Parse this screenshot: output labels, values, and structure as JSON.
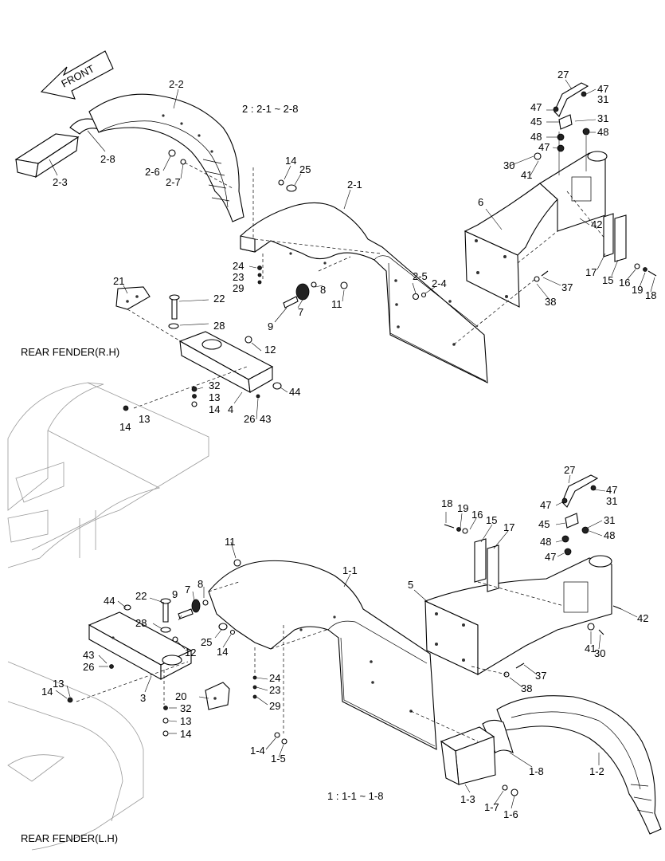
{
  "header": {
    "front_label": "FRONT"
  },
  "labels": {
    "rear_fender_rh": "REAR FENDER(R.H)",
    "rear_fender_lh": "REAR FENDER(L.H)",
    "assembly_2_note": "2 : 2-1 ~ 2-8",
    "assembly_1_note": "1 : 1-1 ~ 1-8"
  },
  "callouts_rh": [
    "2-2",
    "2-8",
    "2-3",
    "2-6",
    "2-7",
    "14",
    "25",
    "2-1",
    "24",
    "23",
    "29",
    "21",
    "22",
    "28",
    "12",
    "2-5",
    "2-4",
    "8",
    "7",
    "9",
    "11",
    "32",
    "13",
    "14",
    "4",
    "44",
    "26",
    "43",
    "13",
    "14",
    "6",
    "27",
    "47",
    "31",
    "47",
    "45",
    "31",
    "48",
    "48",
    "47",
    "30",
    "41",
    "42",
    "17",
    "15",
    "16",
    "19",
    "18",
    "37",
    "38"
  ],
  "callouts_lh": [
    "11",
    "1-1",
    "8",
    "7",
    "9",
    "22",
    "44",
    "28",
    "25",
    "14",
    "12",
    "43",
    "26",
    "3",
    "13",
    "14",
    "20",
    "32",
    "13",
    "14",
    "24",
    "23",
    "29",
    "1-4",
    "1-5",
    "18",
    "19",
    "16",
    "15",
    "17",
    "27",
    "47",
    "31",
    "47",
    "45",
    "31",
    "48",
    "48",
    "47",
    "5",
    "42",
    "41",
    "30",
    "37",
    "38",
    "1-2",
    "1-8",
    "1-3",
    "1-7",
    "1-6"
  ]
}
